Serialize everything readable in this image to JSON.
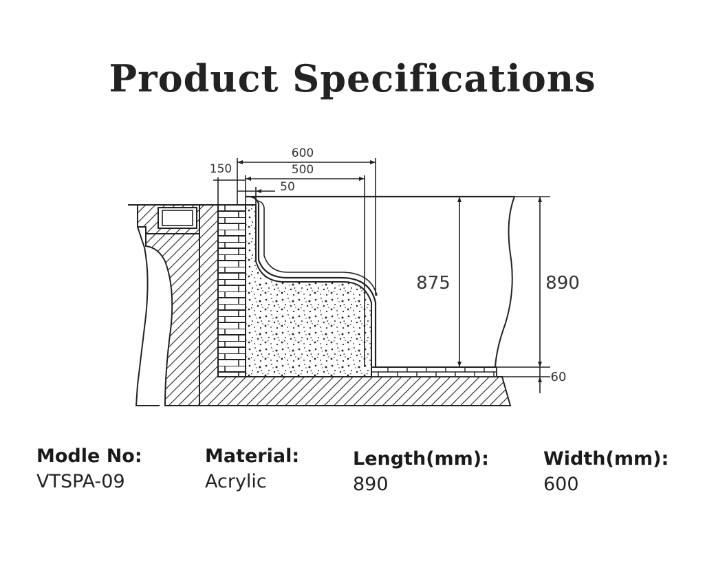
{
  "title": "Product Specifications",
  "diagram": {
    "dimensions": {
      "width_600": "600",
      "width_500": "500",
      "width_150": "150",
      "width_50": "50",
      "height_875": "875",
      "height_890": "890",
      "height_60": "60"
    }
  },
  "specs": [
    {
      "label": "Modle No:",
      "value": "VTSPA-09"
    },
    {
      "label": "Material:",
      "value": "Acrylic"
    },
    {
      "label": "Length(mm):",
      "value": "890"
    },
    {
      "label": "Width(mm):",
      "value": "600"
    }
  ]
}
